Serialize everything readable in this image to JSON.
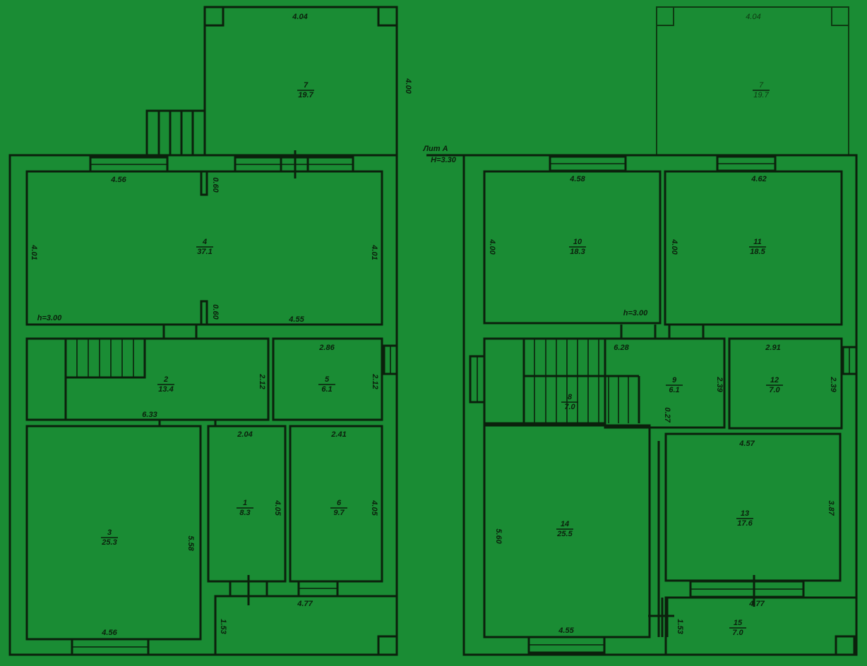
{
  "left_plan": {
    "rooms": [
      {
        "num": "7",
        "area": "19.7"
      },
      {
        "num": "4",
        "area": "37.1"
      },
      {
        "num": "2",
        "area": "13.4"
      },
      {
        "num": "5",
        "area": "6.1"
      },
      {
        "num": "3",
        "area": "25.3"
      },
      {
        "num": "1",
        "area": "8.3"
      },
      {
        "num": "6",
        "area": "9.7"
      }
    ],
    "dims": [
      "4.04",
      "4.00",
      "4.56",
      "0.60",
      "4.01",
      "4.01",
      "h=3.00",
      "0.60",
      "4.55",
      "2.12",
      "6.33",
      "2.86",
      "2.12",
      "2.04",
      "4.05",
      "2.41",
      "4.05",
      "5.58",
      "4.56",
      "4.77",
      "1.53"
    ]
  },
  "right_plan": {
    "letter_label": "Лит А",
    "height_label": "H=3.30",
    "rooms": [
      {
        "num": "7",
        "area": "19.7"
      },
      {
        "num": "10",
        "area": "18.3"
      },
      {
        "num": "11",
        "area": "18.5"
      },
      {
        "num": "9",
        "area": "6.1"
      },
      {
        "num": "8",
        "area": "7.0"
      },
      {
        "num": "12",
        "area": "7.0"
      },
      {
        "num": "14",
        "area": "25.5"
      },
      {
        "num": "13",
        "area": "17.6"
      },
      {
        "num": "15",
        "area": "7.0"
      }
    ],
    "dims": [
      "4.04",
      "4.58",
      "4.00",
      "4.62",
      "4.00",
      "h=3.00",
      "6.28",
      "2.39",
      "0.27",
      "2.91",
      "2.39",
      "4.57",
      "3.87",
      "5.60",
      "4.55",
      "4.77",
      "1.53"
    ]
  }
}
